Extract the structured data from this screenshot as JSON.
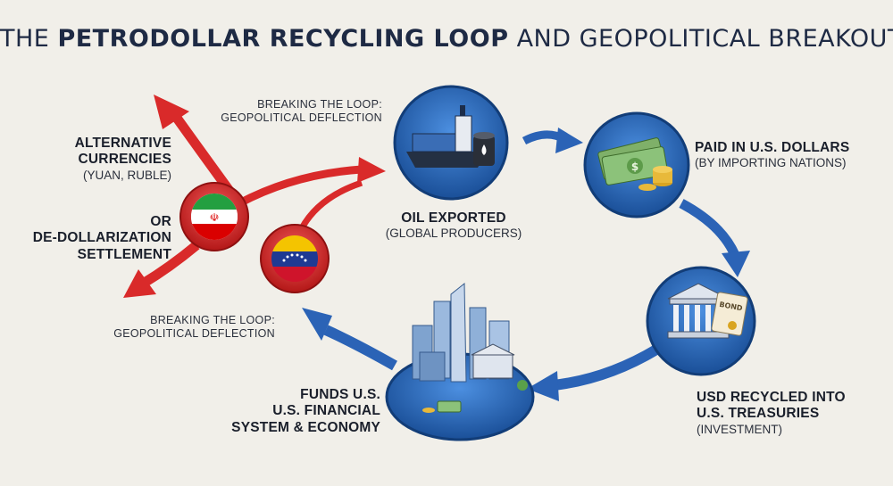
{
  "title": {
    "part1": "THE ",
    "bold": "PETRODOLLAR RECYCLING LOOP",
    "part2": " AND GEOPOLITICAL BREAKOUT"
  },
  "nodes": {
    "oil": {
      "title": "OIL EXPORTED",
      "sub": "(GLOBAL PRODUCERS)",
      "icon": "oil-tanker-icon"
    },
    "paid": {
      "title": "PAID IN U.S. DOLLARS",
      "sub": "(BY IMPORTING NATIONS)",
      "icon": "dollar-stack-icon"
    },
    "treasuries": {
      "line1": "USD RECYCLED INTO",
      "line2": "U.S. TREASURIES",
      "sub": "(INVESTMENT)",
      "icon": "bond-building-icon"
    },
    "funds": {
      "line1": "FUNDS U.S.",
      "line2": "U.S. FINANCIAL",
      "line3": "SYSTEM & ECONOMY",
      "icon": "city-skyline-icon"
    }
  },
  "breakout": {
    "top": {
      "line1": "BREAKING THE LOOP:",
      "line2": "GEOPOLITICAL DEFLECTION"
    },
    "bottom": {
      "line1": "BREAKING THE LOOP:",
      "line2": "GEOPOLITICAL DEFLECTION"
    },
    "alt": {
      "line1": "ALTERNATIVE",
      "line2": "CURRENCIES",
      "sub": "(YUAN, RUBLE)"
    },
    "dedollar": {
      "line1": "OR",
      "line2": "DE-DOLLARIZATION",
      "line3": "SETTLEMENT"
    },
    "flags": [
      "iran-flag-icon",
      "venezuela-flag-icon"
    ]
  },
  "colors": {
    "loop_blue": "#2b63b6",
    "node_blue": "#1f5fb0",
    "break_red": "#d92a2a",
    "background": "#f1efe9"
  }
}
